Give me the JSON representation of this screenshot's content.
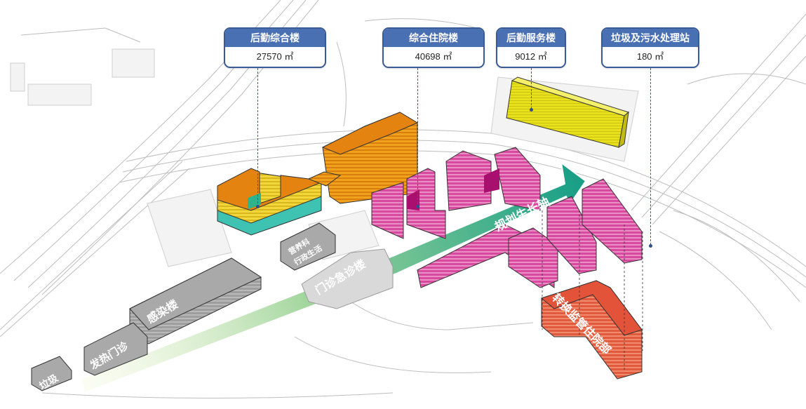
{
  "callouts": [
    {
      "name": "后勤综合楼",
      "area": "27570 ㎡"
    },
    {
      "name": "综合住院楼",
      "area": "40698 ㎡"
    },
    {
      "name": "后勤服务楼",
      "area": "9012 ㎡"
    },
    {
      "name": "垃圾及污水处理站",
      "area": "180 ㎡"
    }
  ],
  "labels": {
    "axis_arrow": "规划生长轴",
    "outpatient": "门诊急诊楼",
    "infection": "感染楼",
    "fever": "发热门诊",
    "garbage": "垃圾",
    "admin_1": "营养科",
    "admin_2": "行政生活",
    "special_ward": "转换监管住院部"
  },
  "colors": {
    "logistics": "#e58310",
    "inpatient": "#d8479c",
    "service": "#e6e21e",
    "special": "#e2533a",
    "gray": "#a9a9a9",
    "callout": "#4a70b4",
    "axis_green": "#1ea283"
  }
}
